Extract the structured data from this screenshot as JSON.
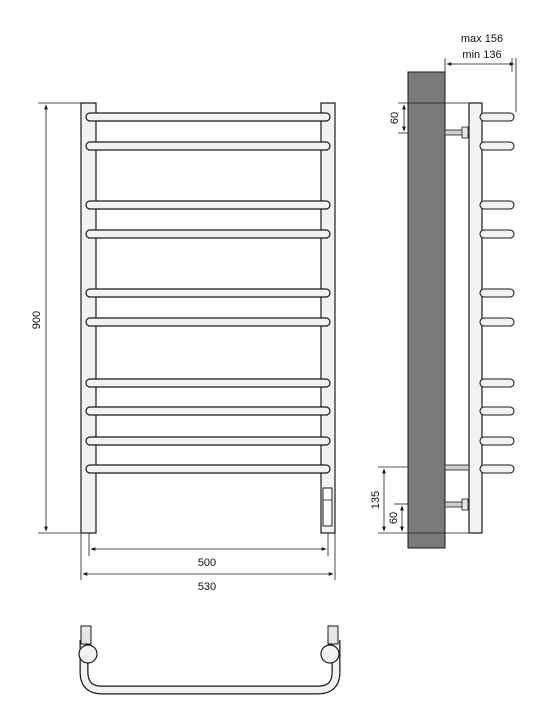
{
  "colors": {
    "background": "#ffffff",
    "line": "#1a1a1a",
    "pipe_fill": "#e6e6e6",
    "wall_fill": "#7a7a7a"
  },
  "front_view": {
    "height_label": "900",
    "inner_width_label": "500",
    "outer_width_label": "530",
    "rail_count": 10
  },
  "side_view": {
    "max_offset_label": "max 156",
    "min_offset_label": "min 136",
    "top_mount_label": "60",
    "bottom_mount_high_label": "135",
    "bottom_mount_low_label": "60"
  },
  "top_view": {
    "name": "top-view-outline"
  }
}
